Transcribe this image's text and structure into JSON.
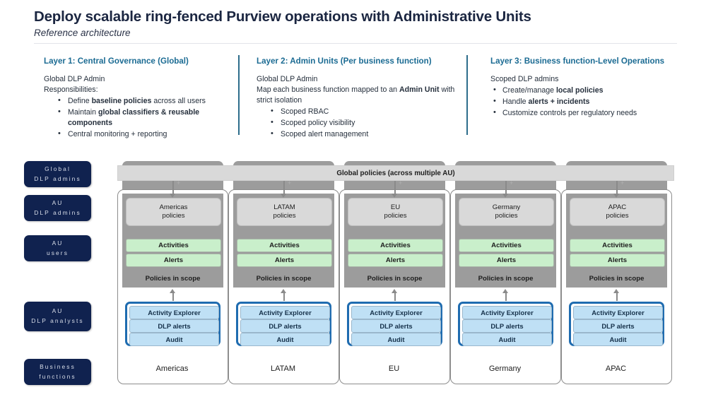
{
  "header": {
    "title": "Deploy scalable ring-fenced Purview operations with Administrative Units",
    "subtitle": "Reference architecture"
  },
  "colors": {
    "accent_teal": "#1b6b93",
    "divider_blue": "#2d6d8b",
    "pill_navy": "#10224f",
    "panel_gray": "#9c9c9c",
    "policy_gray": "#d9d9d9",
    "green": "#c9efcb",
    "blue_fill": "#bfe0f5",
    "blue_border": "#1f6cb0"
  },
  "layers": [
    {
      "title": "Layer 1: Central Governance (Global)",
      "lines": [
        "Global DLP Admin",
        "Responsibilities:"
      ],
      "bullets": [
        [
          {
            "t": "Define "
          },
          {
            "t": "baseline policies",
            "b": true
          },
          {
            "t": " across all users"
          }
        ],
        [
          {
            "t": "Maintain "
          },
          {
            "t": "global classifiers & reusable components",
            "b": true
          }
        ],
        [
          {
            "t": "Central monitoring + reporting"
          }
        ]
      ]
    },
    {
      "title": "Layer 2: Admin Units (Per business function)",
      "lines": [
        "Global DLP Admin"
      ],
      "rich_line": [
        {
          "t": "Map each business function mapped to an "
        },
        {
          "t": "Admin Unit",
          "b": true
        },
        {
          "t": " with strict isolation"
        }
      ],
      "bullets": [
        [
          {
            "t": "Scoped RBAC"
          }
        ],
        [
          {
            "t": "Scoped policy visibility"
          }
        ],
        [
          {
            "t": "Scoped alert management"
          }
        ]
      ]
    },
    {
      "title": "Layer 3: Business function-Level Operations",
      "lines": [
        "Scoped DLP admins"
      ],
      "bullets": [
        [
          {
            "t": "Create/manage "
          },
          {
            "t": "local policies",
            "b": true
          }
        ],
        [
          {
            "t": "Handle "
          },
          {
            "t": "alerts + incidents",
            "b": true
          }
        ],
        [
          {
            "t": "Customize controls per regulatory needs"
          }
        ]
      ]
    }
  ],
  "sidebar": {
    "pills": [
      {
        "name": "global-dlp-admins",
        "lines": [
          "Global",
          "DLP admins"
        ]
      },
      {
        "name": "au-dlp-admins",
        "lines": [
          "AU",
          "DLP admins"
        ]
      },
      {
        "name": "au-users",
        "lines": [
          "AU",
          "users"
        ]
      },
      {
        "name": "au-dlp-analysts",
        "lines": [
          "AU",
          "DLP analysts"
        ]
      },
      {
        "name": "business-functions",
        "lines": [
          "Business",
          "functions"
        ]
      }
    ]
  },
  "diagram": {
    "global_bar_label": "Global policies (across multiple AU)",
    "scope_label": "Policies in scope",
    "green_items": [
      "Activities",
      "Alerts"
    ],
    "blue_items": [
      "Activity Explorer",
      "DLP alerts",
      "Audit"
    ],
    "columns": [
      {
        "region": "Americas",
        "policies_label": [
          "Americas",
          "policies"
        ]
      },
      {
        "region": "LATAM",
        "policies_label": [
          "LATAM",
          "policies"
        ]
      },
      {
        "region": "EU",
        "policies_label": [
          "EU",
          "policies"
        ]
      },
      {
        "region": "Germany",
        "policies_label": [
          "Germany",
          "policies"
        ]
      },
      {
        "region": "APAC",
        "policies_label": [
          "APAC",
          "policies"
        ]
      }
    ]
  }
}
